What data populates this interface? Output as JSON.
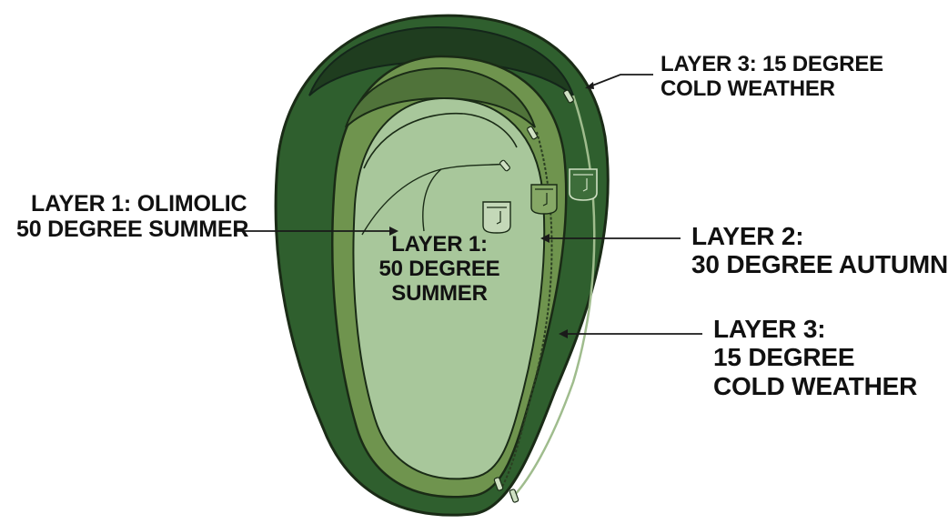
{
  "labels": {
    "top_right": {
      "line1": "LAYER 3: 15 DEGREE",
      "line2": "COLD WEATHER"
    },
    "left": {
      "line1": "LAYER 1: OLIMOLIC",
      "line2": "50 DEGREE SUMMER"
    },
    "center": {
      "line1": "LAYER 1:",
      "line2": "50 DEGREE",
      "line3": "SUMMER"
    },
    "right_mid": {
      "line1": "LAYER 2:",
      "line2": "30 DEGREE AUTUMN"
    },
    "right_low": {
      "line1": "LAYER 3:",
      "line2": "15 DEGREE",
      "line3": "COLD WEATHER"
    }
  },
  "colors": {
    "outer_layer": "#2f5f2e",
    "outer_hood": "#1f3d1f",
    "middle_layer": "#6f944e",
    "middle_hood": "#50733a",
    "inner_layer": "#a8c79b",
    "outline": "#1a2b16",
    "text": "#111111"
  },
  "icons": [
    "pocket-icon",
    "zipper-pull-icon"
  ]
}
